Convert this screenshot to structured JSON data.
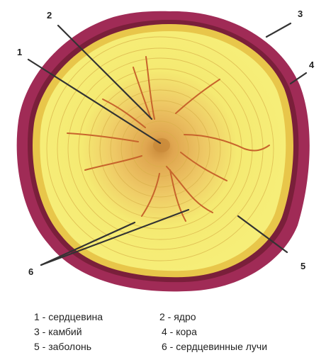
{
  "diagram": {
    "numbers": [
      "1",
      "2",
      "3",
      "4",
      "5",
      "6"
    ]
  },
  "legend": {
    "items": [
      "1 - сердцевина",
      "2 - ядро",
      "3 - камбий",
      "4 - кора",
      "5 - заболонь",
      "6 - сердцевинные лучи"
    ]
  },
  "colors": {
    "bark_outer": "#a02b56",
    "bark_inner": "#7a1f3a",
    "cambium": "#e8c64a",
    "sapwood": "#f5ee72",
    "heartwood": "#e8b45a",
    "pith": "#c98a3a",
    "ray": "#c7642c",
    "pointer": "#333333"
  }
}
